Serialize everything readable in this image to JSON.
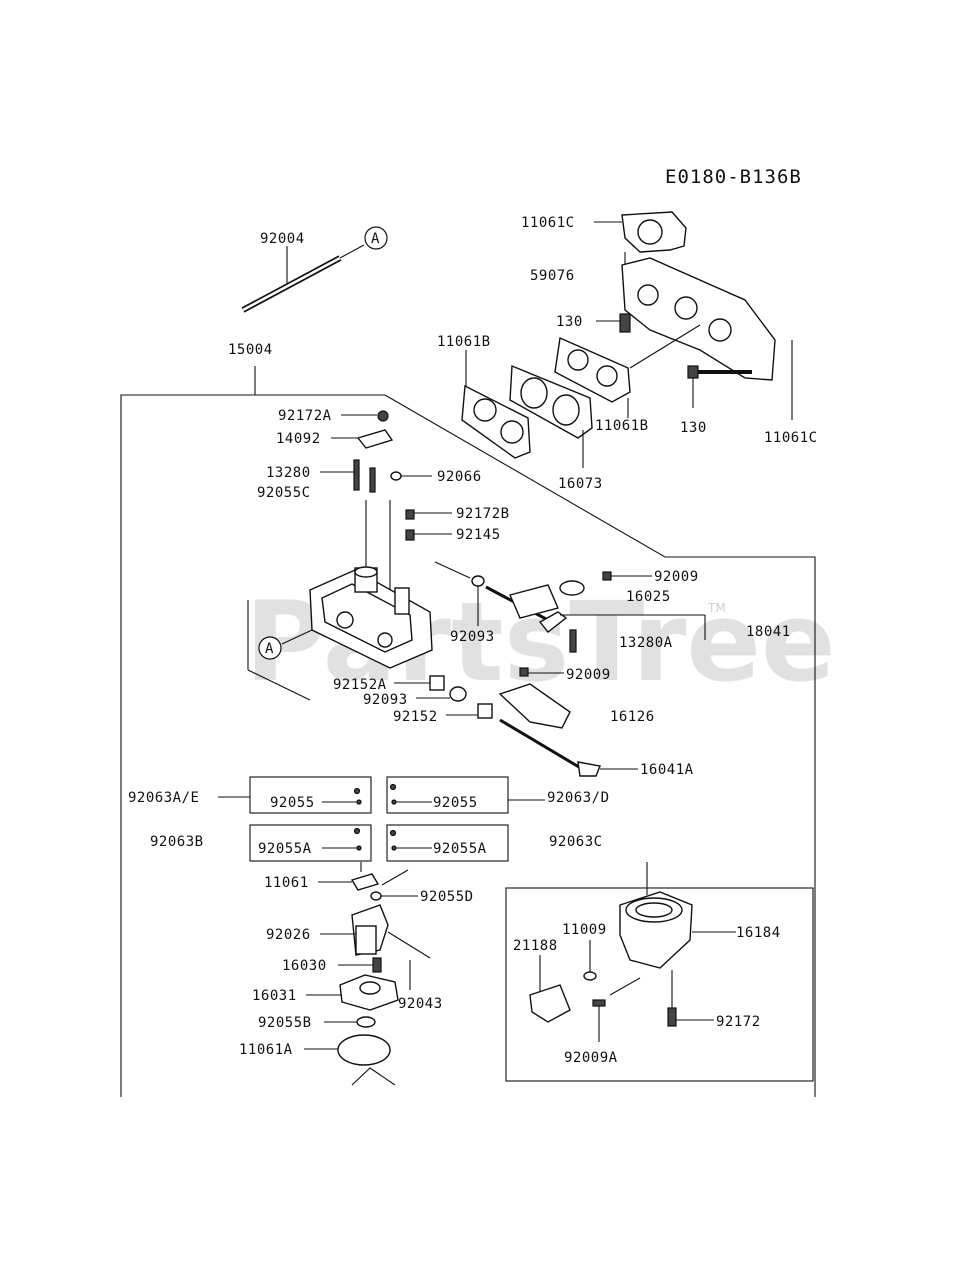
{
  "diagram_code": "E0180-B136B",
  "watermark": {
    "text": "PartsTree",
    "trademark": "TM"
  },
  "callout_marker": "A",
  "labels": {
    "p92004": "92004",
    "p15004": "15004",
    "p11061C_top": "11061C",
    "p59076": "59076",
    "p130_top": "130",
    "p11061B_left": "11061B",
    "p130_right": "130",
    "p11061C_right": "11061C",
    "p11061B_mid": "11061B",
    "p16073": "16073",
    "p92172A": "92172A",
    "p14092": "14092",
    "p13280": "13280",
    "p92066": "92066",
    "p92055C": "92055C",
    "p92172B": "92172B",
    "p92145": "92145",
    "p92009_a": "92009",
    "p16025": "16025",
    "p92093_a": "92093",
    "p13280A": "13280A",
    "p18041": "18041",
    "p92009_b": "92009",
    "p92152A": "92152A",
    "p92093_b": "92093",
    "p92152": "92152",
    "p16126": "16126",
    "p16041A": "16041A",
    "p92063AE": "92063A/E",
    "p92055_l": "92055",
    "p92055_r": "92055",
    "p92063D": "92063/D",
    "p92063B": "92063B",
    "p92055A_l": "92055A",
    "p92055A_r": "92055A",
    "p92063C": "92063C",
    "p11061": "11061",
    "p92055D": "92055D",
    "p92026": "92026",
    "p11009": "11009",
    "p21188": "21188",
    "p16184": "16184",
    "p16030": "16030",
    "p16031": "16031",
    "p92043": "92043",
    "p92172": "92172",
    "p92055B": "92055B",
    "p11061A": "11061A",
    "p92009A": "92009A"
  }
}
